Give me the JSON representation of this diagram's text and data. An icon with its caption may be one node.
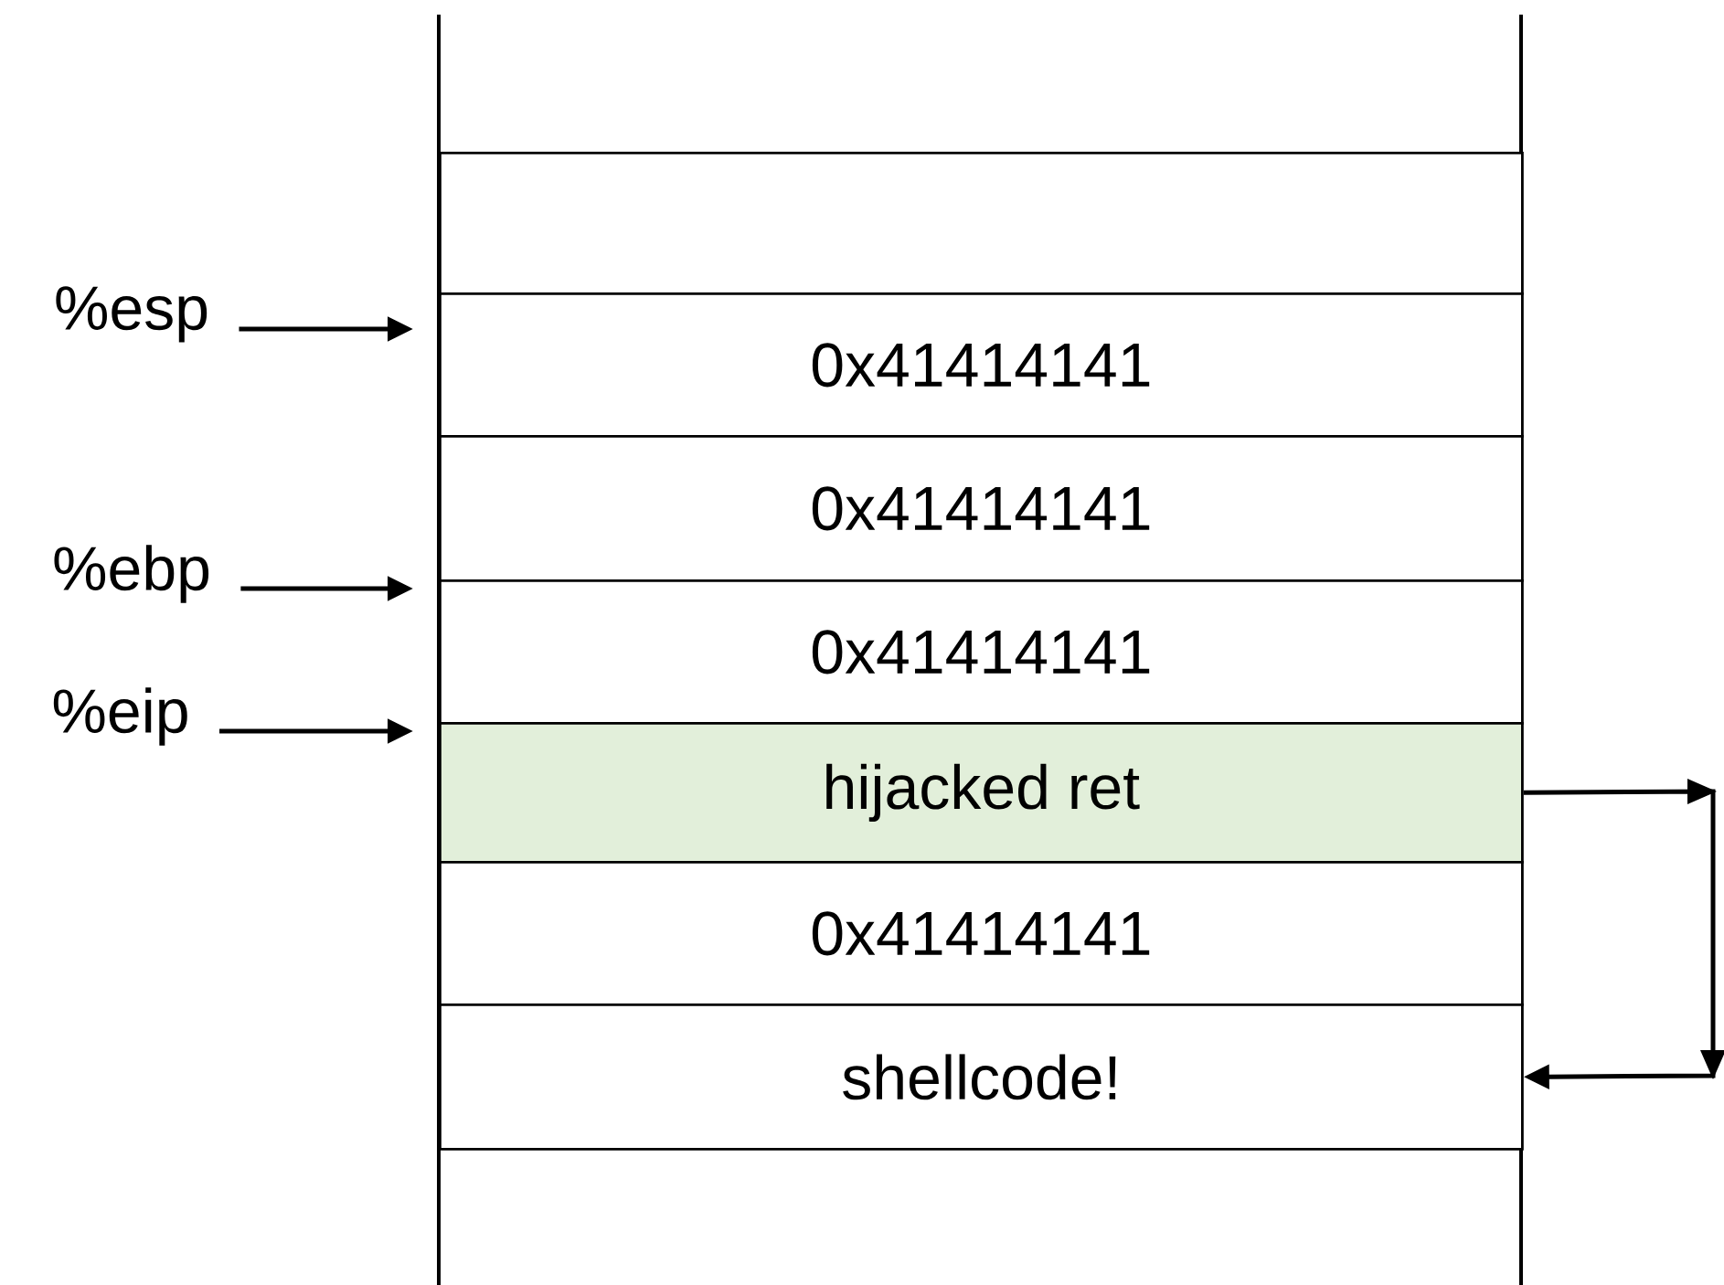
{
  "diagram": {
    "nodes": [
      {
        "text": [],
        "shape": "box"
      },
      {
        "text": [
          "0x41414141"
        ]
      },
      {
        "text": [
          "0x41414141"
        ]
      },
      {
        "text": [
          "0x41414141"
        ]
      },
      {
        "text": [
          "hijacked ret"
        ]
      },
      {
        "text": [
          "0x41414141"
        ]
      },
      {
        "text": [
          "shellcode!"
        ]
      },
      {
        "text": [
          "%esp"
        ]
      },
      {
        "text": [
          "%ebp"
        ]
      },
      {
        "text": [
          "%eip"
        ]
      }
    ],
    "edges": [
      {
        "from": 7,
        "to": 1,
        "arrow": "to"
      },
      {
        "from": 8,
        "to": 3,
        "arrow": "to"
      },
      {
        "from": 9,
        "to": 4,
        "arrow": "to"
      },
      {
        "from": 4,
        "to": 6,
        "arrow": "to"
      }
    ]
  }
}
